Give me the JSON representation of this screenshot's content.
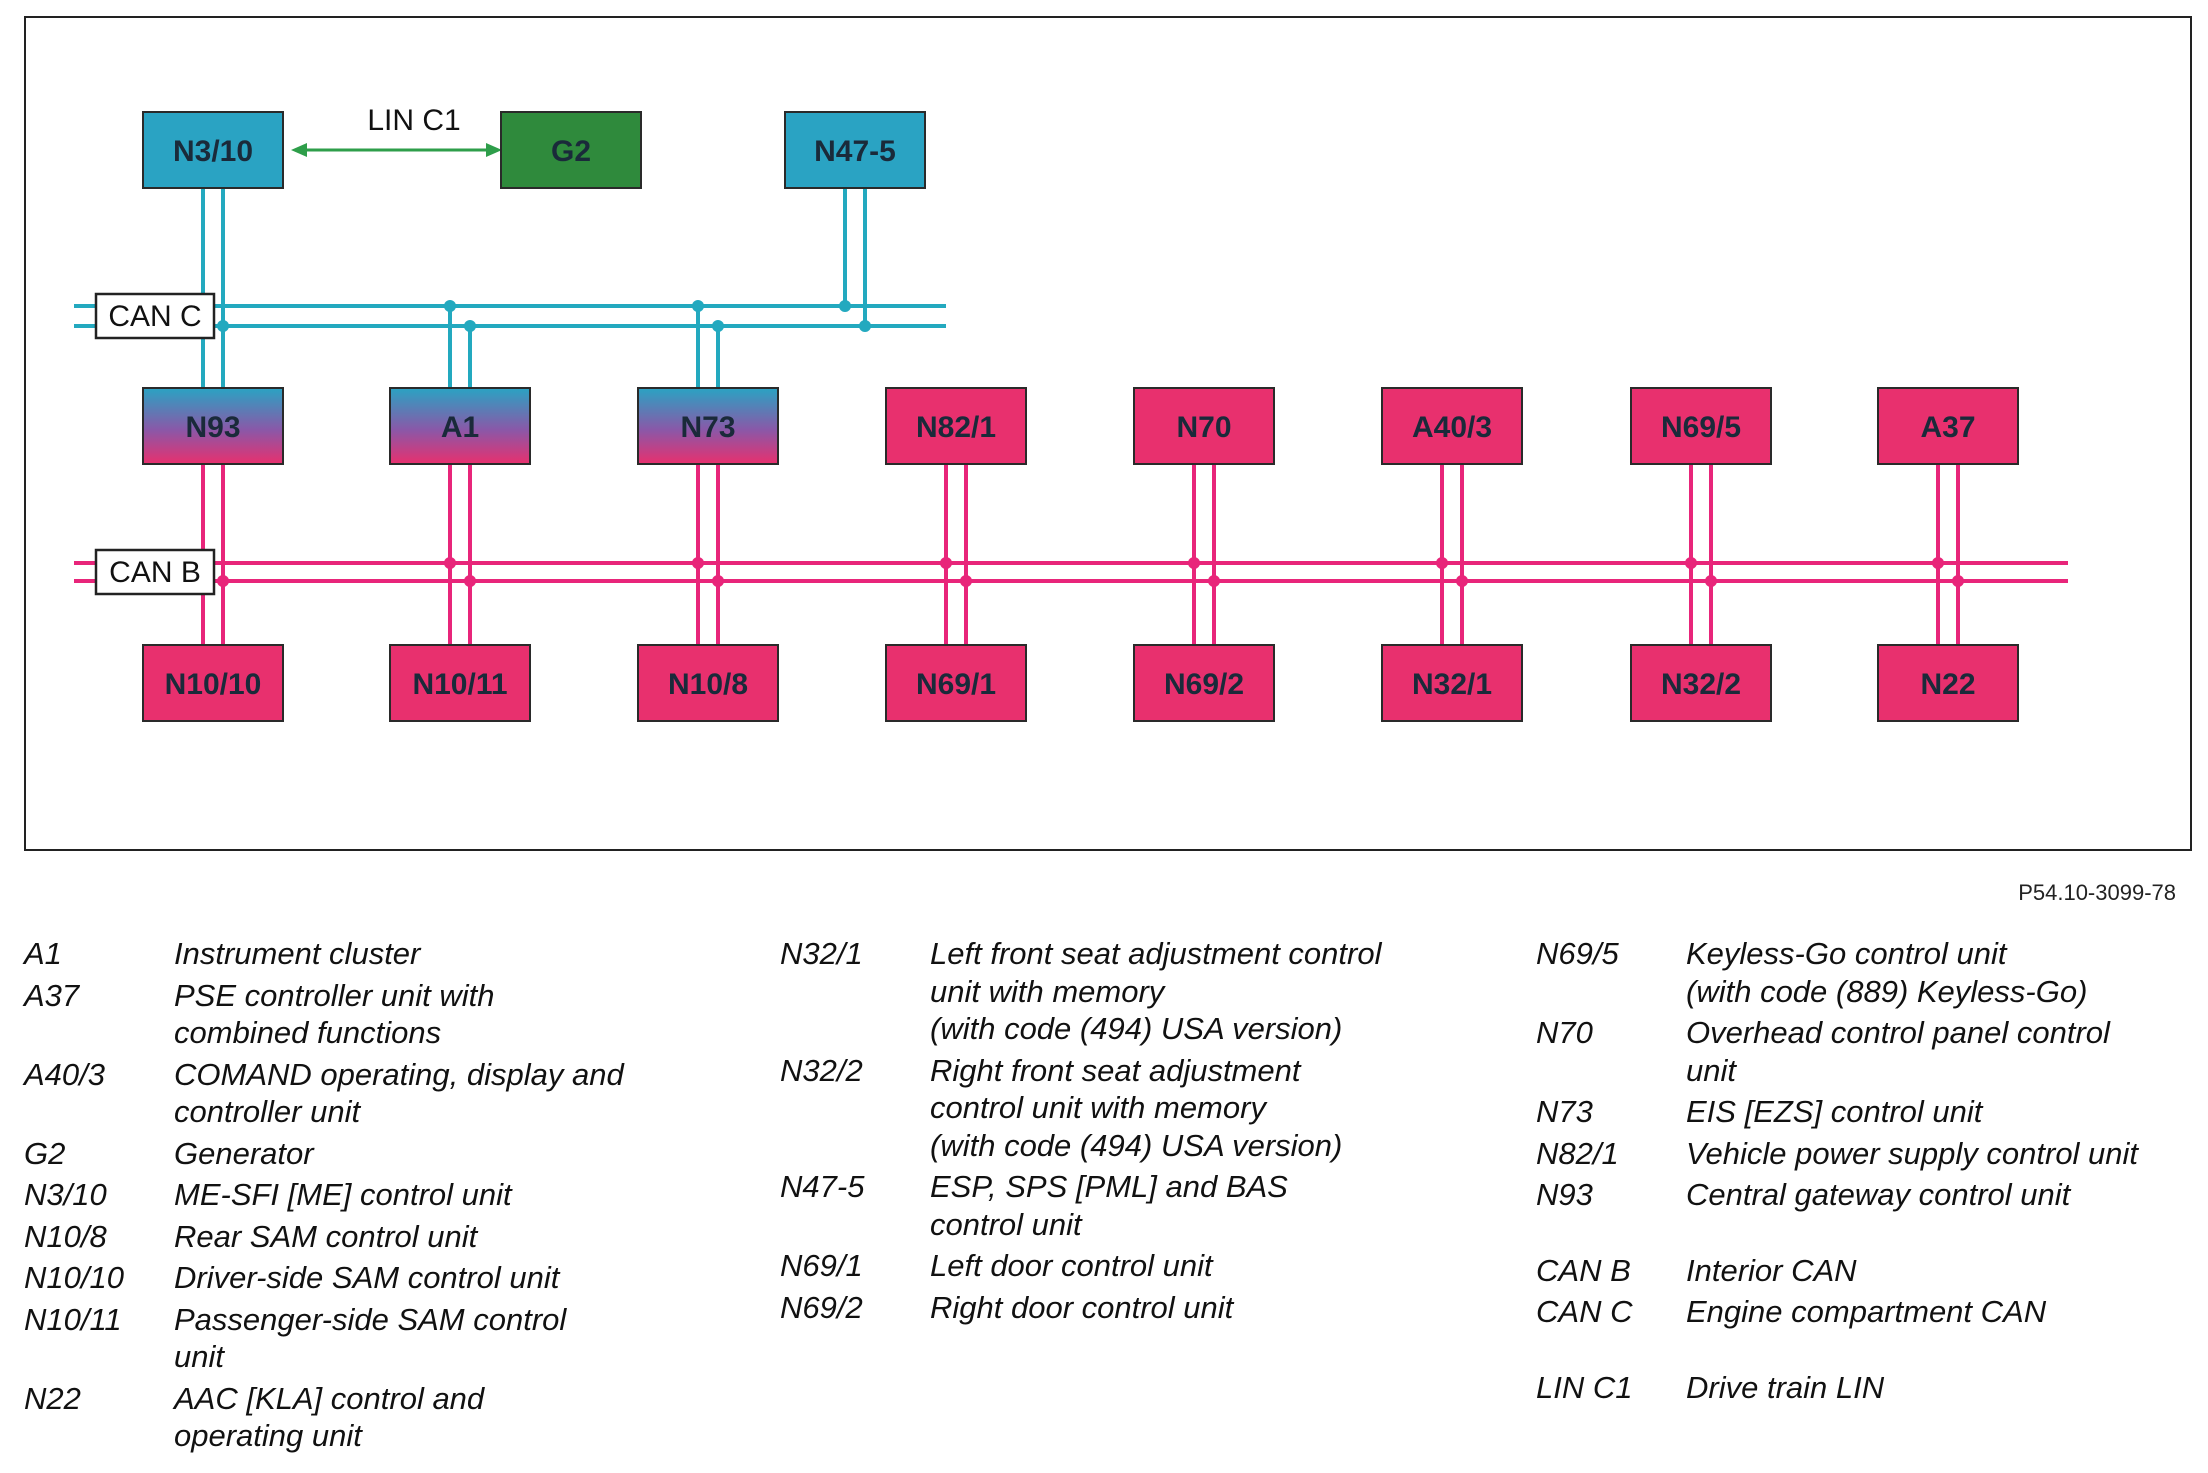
{
  "diagram": {
    "colors": {
      "can_c": "#23a9bf",
      "can_b": "#e8257a",
      "lin": "#2e9e4a",
      "box_teal": "#2aa3c3",
      "box_pink": "#e8306e",
      "box_green": "#2f8a3c",
      "box_text": "#1a2a3a"
    },
    "bus_labels": {
      "can_c": "CAN C",
      "can_b": "CAN B",
      "lin_c1": "LIN C1"
    },
    "top_units": [
      {
        "id": "N3/10",
        "style": "teal",
        "bus": "can_c"
      },
      {
        "id": "G2",
        "style": "green",
        "bus": ""
      },
      {
        "id": "N47-5",
        "style": "teal",
        "bus": "can_c"
      }
    ],
    "middle_units": [
      {
        "id": "N93",
        "style": "gradient",
        "buses": [
          "can_c",
          "can_b"
        ]
      },
      {
        "id": "A1",
        "style": "gradient",
        "buses": [
          "can_c",
          "can_b"
        ]
      },
      {
        "id": "N73",
        "style": "gradient",
        "buses": [
          "can_c",
          "can_b"
        ]
      },
      {
        "id": "N82/1",
        "style": "pink",
        "buses": [
          "can_b"
        ]
      },
      {
        "id": "N70",
        "style": "pink",
        "buses": [
          "can_b"
        ]
      },
      {
        "id": "A40/3",
        "style": "pink",
        "buses": [
          "can_b"
        ]
      },
      {
        "id": "N69/5",
        "style": "pink",
        "buses": [
          "can_b"
        ]
      },
      {
        "id": "A37",
        "style": "pink",
        "buses": [
          "can_b"
        ]
      }
    ],
    "bottom_units": [
      {
        "id": "N10/10",
        "style": "pink"
      },
      {
        "id": "N10/11",
        "style": "pink"
      },
      {
        "id": "N10/8",
        "style": "pink"
      },
      {
        "id": "N69/1",
        "style": "pink"
      },
      {
        "id": "N69/2",
        "style": "pink"
      },
      {
        "id": "N32/1",
        "style": "pink"
      },
      {
        "id": "N32/2",
        "style": "pink"
      },
      {
        "id": "N22",
        "style": "pink"
      }
    ]
  },
  "doc_ref": "P54.10-3099-78",
  "legend": {
    "col1": [
      {
        "code": "A1",
        "desc": "Instrument cluster"
      },
      {
        "code": "A37",
        "desc": "PSE controller unit with\ncombined functions"
      },
      {
        "code": "A40/3",
        "desc": "COMAND operating, display and\ncontroller unit"
      },
      {
        "code": "G2",
        "desc": "Generator"
      },
      {
        "code": "N3/10",
        "desc": "ME-SFI [ME] control unit"
      },
      {
        "code": "N10/8",
        "desc": "Rear SAM control unit"
      },
      {
        "code": "N10/10",
        "desc": "Driver-side SAM control unit"
      },
      {
        "code": "N10/11",
        "desc": "Passenger-side SAM control\nunit"
      },
      {
        "code": "N22",
        "desc": "AAC [KLA] control and\noperating unit"
      }
    ],
    "col2": [
      {
        "code": "N32/1",
        "desc": "Left front seat adjustment control\nunit with memory\n(with code (494) USA version)"
      },
      {
        "code": "N32/2",
        "desc": "Right front seat adjustment\ncontrol unit with memory\n(with code (494) USA version)"
      },
      {
        "code": "N47-5",
        "desc": "ESP, SPS [PML] and BAS\ncontrol unit"
      },
      {
        "code": "N69/1",
        "desc": "Left door control unit"
      },
      {
        "code": "N69/2",
        "desc": "Right door control unit"
      }
    ],
    "col3": [
      {
        "code": "N69/5",
        "desc": "Keyless-Go control unit\n(with code (889) Keyless-Go)"
      },
      {
        "code": "N70",
        "desc": "Overhead control panel control\nunit"
      },
      {
        "code": "N73",
        "desc": "EIS [EZS] control unit"
      },
      {
        "code": "N82/1",
        "desc": "Vehicle power supply control unit"
      },
      {
        "code": "N93",
        "desc": "Central gateway control unit"
      },
      {
        "code": "CAN B",
        "desc": "Interior CAN"
      },
      {
        "code": "CAN C",
        "desc": "Engine compartment CAN"
      },
      {
        "code": "LIN C1",
        "desc": "Drive train LIN"
      }
    ]
  }
}
